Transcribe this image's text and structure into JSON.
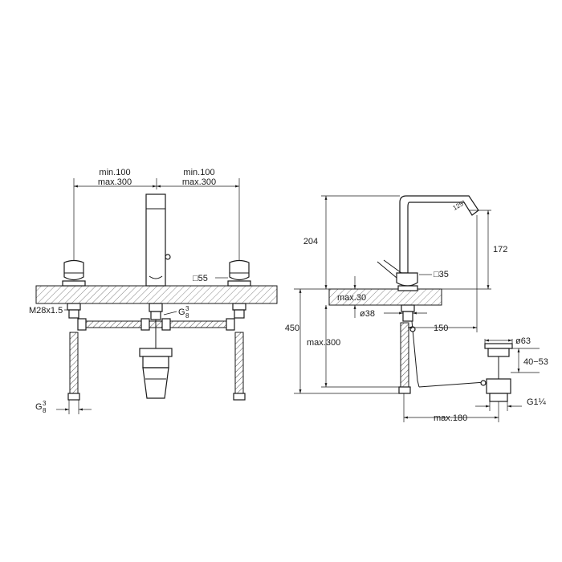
{
  "front_view": {
    "left_spacing": {
      "line1": "min.100",
      "line2": "max.300"
    },
    "right_spacing": {
      "line1": "min.100",
      "line2": "max.300"
    },
    "thread_label": "M28x1.5",
    "center_connection": {
      "base": "G",
      "num": "3",
      "den": "8"
    },
    "hose_connection": {
      "base": "G",
      "num": "3",
      "den": "8"
    },
    "square_label": "□55"
  },
  "side_view": {
    "height_label": "204",
    "spout_height_label": "172",
    "angle_label": "125°",
    "square_label": "□35",
    "deck_label": "max.30",
    "hole_label": "ø38",
    "reach_label": "150",
    "total_label": "450",
    "hose_label": "max.300"
  },
  "waste": {
    "diameter_label": "ø63",
    "range_label": "40−53",
    "thread_label": "G1¼",
    "distance_label": "max.180"
  }
}
